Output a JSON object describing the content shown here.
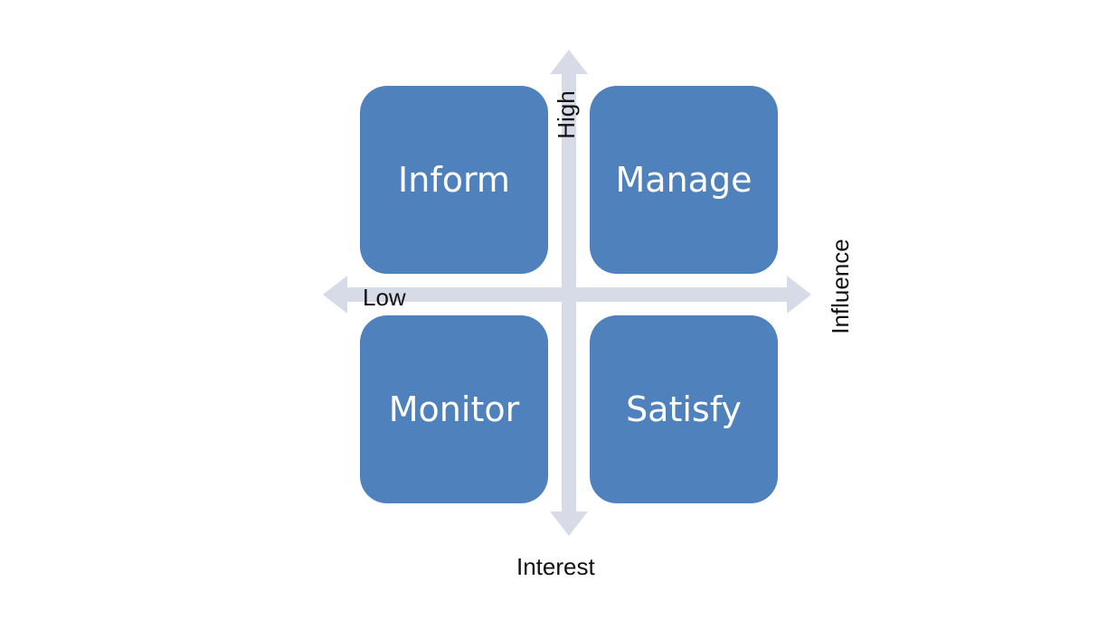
{
  "quadrants": {
    "top_left": "Inform",
    "top_right": "Manage",
    "bottom_left": "Monitor",
    "bottom_right": "Satisfy"
  },
  "axes": {
    "vertical_high": "High",
    "horizontal_low": "Low",
    "horizontal_label": "Influence",
    "vertical_label": "Interest"
  },
  "colors": {
    "quadrant_fill": "#4f81bd",
    "quadrant_text": "#ffffff",
    "arrow_fill": "#d6dbe7",
    "axis_text": "#111111"
  }
}
